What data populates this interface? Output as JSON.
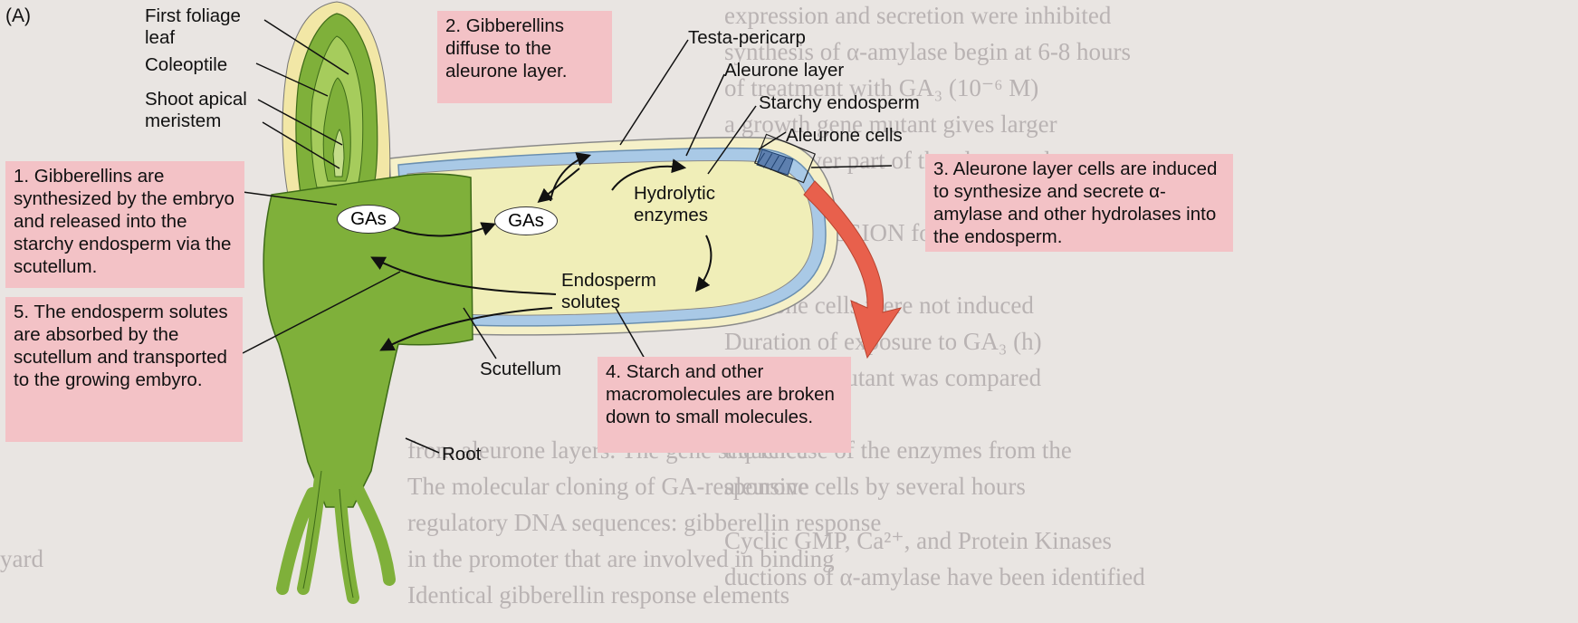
{
  "panel_label": "(A)",
  "labels": {
    "first_foliage_leaf": "First foliage\nleaf",
    "coleoptile": "Coleoptile",
    "shoot_apical_meristem": "Shoot apical\nmeristem",
    "testa_pericarp": "Testa-pericarp",
    "aleurone_layer": "Aleurone layer",
    "starchy_endosperm": "Starchy endosperm",
    "aleurone_cells": "Aleurone cells",
    "hydrolytic_enzymes": "Hydrolytic\nenzymes",
    "endosperm_solutes": "Endosperm\nsolutes",
    "scutellum": "Scutellum",
    "root": "Root",
    "gas_left": "GAs",
    "gas_right": "GAs"
  },
  "steps": {
    "step1": "1. Gibberellins are synthesized by the embryo and released into the starchy endosperm via the scutellum.",
    "step2": "2. Gibberellins diffuse to the aleurone layer.",
    "step3": "3. Aleurone layer cells are induced to synthesize and secrete α-amylase and other hydrolases into the endosperm.",
    "step4": "4. Starch and other macromolecules are broken down to small molecules.",
    "step5": "5. The endosperm solutes are absorbed by the scutellum and transported to the growing embyro."
  },
  "colors": {
    "box_fill": "#f3c2c6",
    "embryo_green": "#7fb03a",
    "endosperm_yellow": "#f0eeb8",
    "aleurone_blue": "#a9c9e6",
    "arrow_red": "#e8604c"
  }
}
